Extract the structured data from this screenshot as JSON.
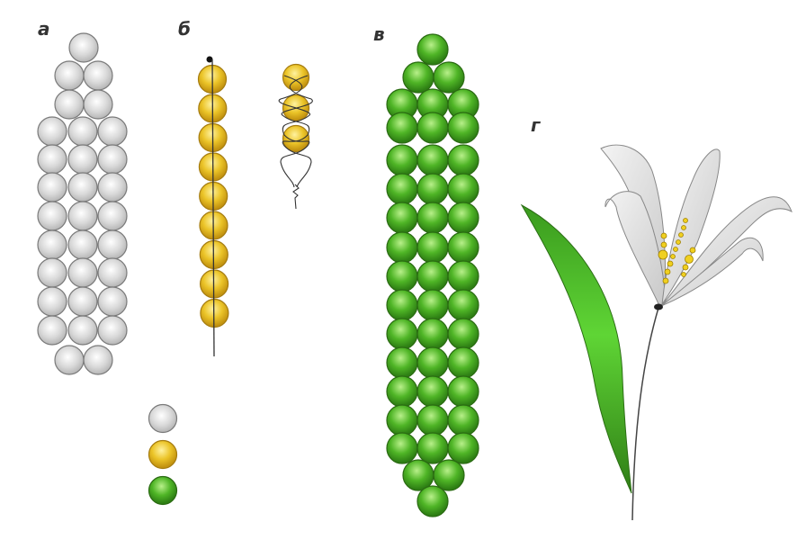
{
  "labels": {
    "a": "а",
    "b": "б",
    "v": "в",
    "g": "г"
  },
  "colors": {
    "silver": "#d9d9d9",
    "gold": "#e8c020",
    "green": "#4fb526",
    "leaf": "#3a9a1e",
    "wire": "#333333"
  },
  "panel_a_rows": [
    1,
    2,
    2,
    3,
    3,
    3,
    3,
    3,
    3,
    3,
    3,
    2
  ],
  "panel_b_strand_beads": 9,
  "panel_b_twisted_beads": 3,
  "panel_v_rows": [
    1,
    2,
    3,
    3,
    3,
    3,
    3,
    3,
    3,
    3,
    3,
    3,
    3,
    3,
    3,
    2,
    1
  ],
  "legend": [
    "silver",
    "gold",
    "green"
  ]
}
